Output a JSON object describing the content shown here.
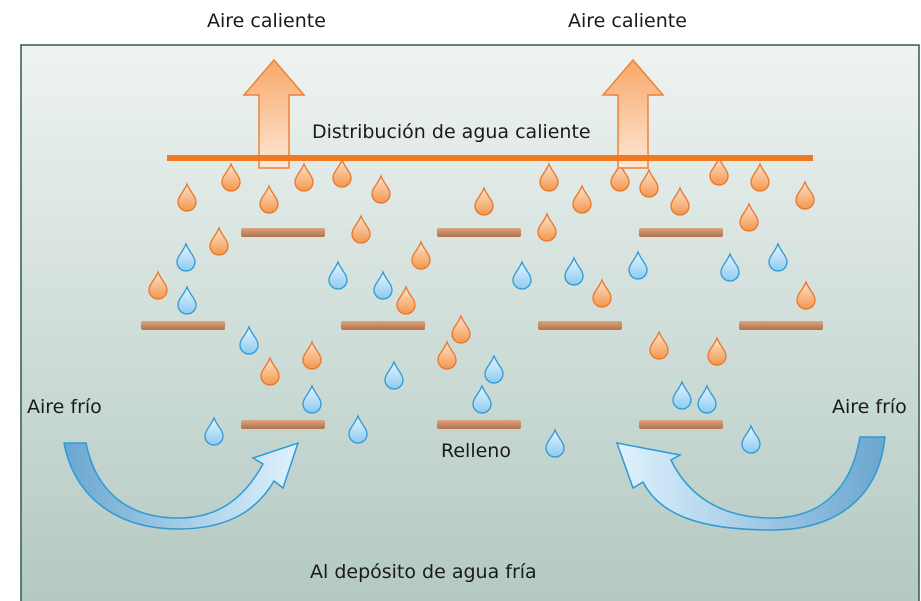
{
  "labels": {
    "hot_air_left": "Aire caliente",
    "hot_air_right": "Aire caliente",
    "hot_water_distribution": "Distribución de agua caliente",
    "cold_air_left": "Aire frío",
    "cold_air_right": "Aire frío",
    "fill": "Relleno",
    "to_cold_water_tank": "Al depósito de agua fría"
  },
  "colors": {
    "hot": "#f5a15e",
    "hot_stroke": "#e8772a",
    "cold": "#a8d6f0",
    "cold_stroke": "#2e9ad6",
    "fill_slats": "#c98a5e",
    "distribution_pipe": "#f07a22",
    "background_top": "#eef3f1",
    "background_bottom": "#b3c9c1",
    "frame": "#2f5a4f"
  }
}
